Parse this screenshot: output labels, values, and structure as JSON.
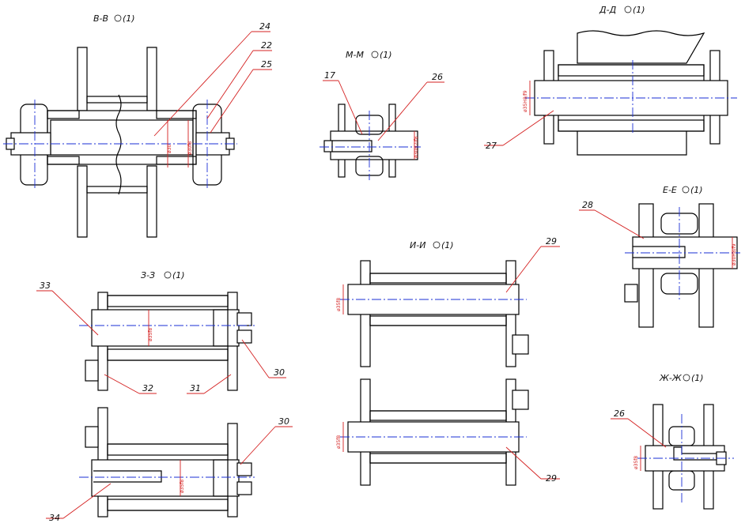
{
  "section_titles": {
    "bb": "В-В",
    "mm": "М-М",
    "dd": "Д-Д",
    "ee": "Е-Е",
    "ii": "И-И",
    "zz": "З-З",
    "zhzh": "Ж-Ж",
    "scale": "(1)"
  },
  "positions": {
    "p24": "24",
    "p22": "22",
    "p25": "25",
    "p17": "17",
    "p26a": "26",
    "p27": "27",
    "p28": "28",
    "p29a": "29",
    "p29b": "29",
    "p33": "33",
    "p30a": "30",
    "p32": "32",
    "p31": "31",
    "p30b": "30",
    "p34": "34",
    "p26b": "26"
  },
  "dimensions": {
    "d_bb_shaft": "ø30",
    "d_bb_fit": "ø30f8",
    "d_mm": "ø30H7/f8",
    "d_dd": "ø35H8/f9",
    "d_ee": "ø30H8/f9",
    "d_ii_top": "ø35f8",
    "d_ii_bot": "ø35f8",
    "d_zz_top": "ø35f8",
    "d_zz_bot": "ø35f8",
    "d_zhzh": "ø35f8"
  }
}
